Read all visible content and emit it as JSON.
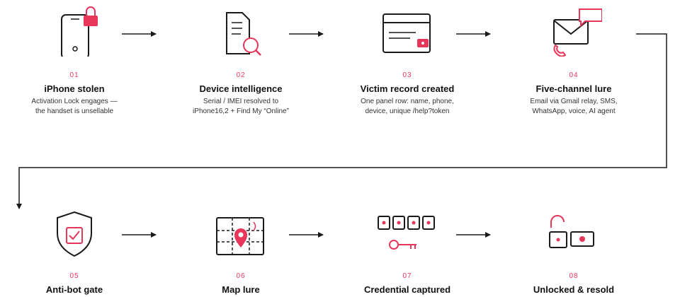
{
  "steps": [
    {
      "num": "01",
      "title": "iPhone stolen",
      "desc": [
        "Activation Lock engages —",
        "the handset is unsellable"
      ],
      "icon": "phone-lock-icon"
    },
    {
      "num": "02",
      "title": "Device intelligence",
      "desc": [
        "Serial / IMEI resolved to",
        "iPhone16,2 + Find My “Online”"
      ],
      "icon": "document-search-icon"
    },
    {
      "num": "03",
      "title": "Victim record created",
      "desc": [
        "One panel row: name, phone,",
        "device, unique /help?token"
      ],
      "icon": "panel-record-icon"
    },
    {
      "num": "04",
      "title": "Five-channel lure",
      "desc": [
        "Email via Gmail relay, SMS,",
        "WhatsApp, voice, AI agent"
      ],
      "icon": "envelope-chat-phone-icon"
    },
    {
      "num": "05",
      "title": "Anti-bot gate",
      "desc": [],
      "icon": "shield-check-icon"
    },
    {
      "num": "06",
      "title": "Map lure",
      "desc": [],
      "icon": "map-pin-icon"
    },
    {
      "num": "07",
      "title": "Credential captured",
      "desc": [],
      "icon": "passcode-key-icon"
    },
    {
      "num": "08",
      "title": "Unlocked & resold",
      "desc": [],
      "icon": "unlocked-padlock-icon"
    }
  ],
  "colors": {
    "accent": "#e8365a",
    "stroke": "#1a1a1a"
  }
}
